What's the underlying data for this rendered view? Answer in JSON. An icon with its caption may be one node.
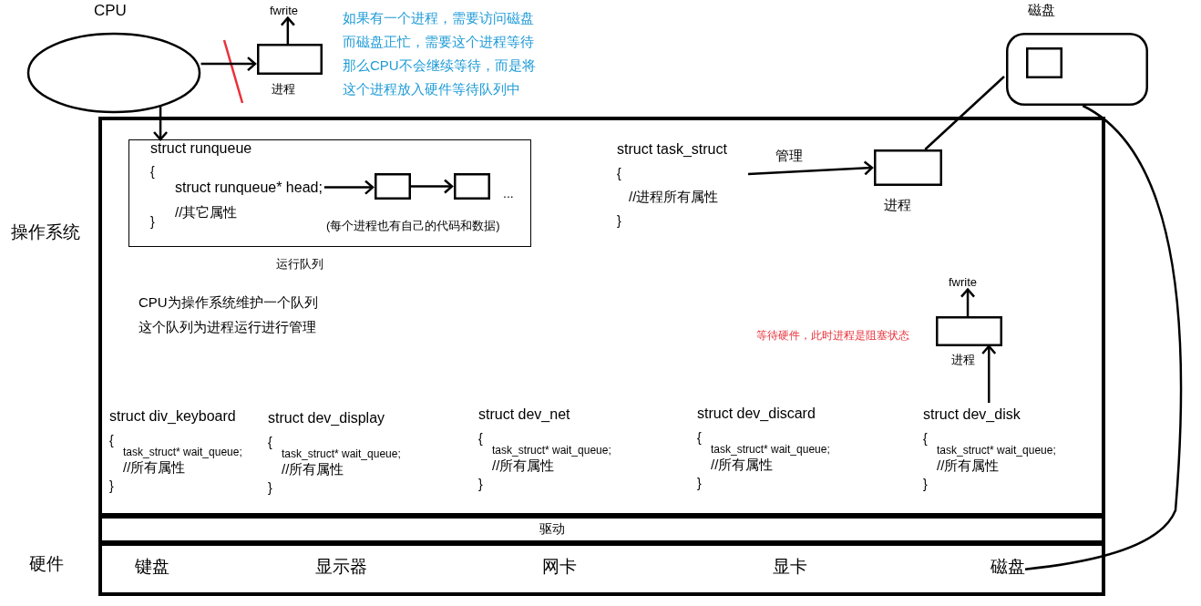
{
  "diagram": {
    "nodes": [
      {
        "text": [
          "CPU"
        ]
      },
      {
        "text": [
          "进程"
        ]
      },
      {
        "text": [
          "fwrite"
        ]
      },
      {
        "text": [
          "磁盘"
        ]
      },
      {
        "text": [],
        "shape": "box",
        "in": 3
      },
      {
        "text": [
          "操作系统"
        ]
      },
      {
        "text": [
          "struct runqueue",
          "{",
          "//其它属性",
          "}",
          "...",
          "(每个进程也有自己的代码和数据)"
        ],
        "beside": [
          "运行队列"
        ],
        "in": 5
      },
      {
        "text": [
          "struct runqueue* head;"
        ],
        "in": 6
      },
      {
        "text": [],
        "shape": "box",
        "in": 6
      },
      {
        "text": [],
        "shape": "box",
        "in": 6
      },
      {
        "text": [
          "struct task_struct",
          "{",
          "//进程所有属性",
          "}"
        ],
        "in": 5
      },
      {
        "text": [
          "进程"
        ],
        "in": 5
      },
      {
        "text": [
          "fwrite"
        ],
        "in": 5
      },
      {
        "text": [
          "进程"
        ],
        "beside": [
          "等待硬件，此时进程是阻塞状态"
        ],
        "in": 5
      },
      {
        "text": [
          "struct div_keyboard",
          "{",
          "task_struct* wait_queue;",
          "//所有属性",
          "}"
        ],
        "in": 5
      },
      {
        "text": [
          "struct dev_display",
          "{",
          "task_struct* wait_queue;",
          "//所有属性",
          "}"
        ],
        "in": 5
      },
      {
        "text": [
          "struct dev_net",
          "{",
          "task_struct* wait_queue;",
          "//所有属性",
          "}"
        ],
        "in": 5
      },
      {
        "text": [
          "struct dev_discard",
          "{",
          "task_struct* wait_queue;",
          "//所有属性",
          "}"
        ],
        "in": 5
      },
      {
        "text": [
          "struct dev_disk",
          "{",
          "task_struct* wait_queue;",
          "//所有属性",
          "}"
        ],
        "in": 5
      },
      {
        "text": [
          "驱动"
        ]
      },
      {
        "text": [
          "硬件"
        ]
      },
      {
        "text": [
          "键盘"
        ],
        "in": 20
      },
      {
        "text": [
          "显示器"
        ],
        "in": 20
      },
      {
        "text": [
          "网卡"
        ],
        "in": 20
      },
      {
        "text": [
          "显卡"
        ],
        "in": 20
      },
      {
        "text": [
          "磁盘"
        ],
        "in": 20
      }
    ],
    "edges": [
      {
        "from": 0,
        "to": 1,
        "arrow": "to"
      },
      {
        "from": 1,
        "to": 2,
        "arrow": "to"
      },
      {
        "from": 0,
        "to": 6,
        "arrow": "to"
      },
      {
        "from": 7,
        "to": 8,
        "arrow": "to"
      },
      {
        "from": 8,
        "to": 9,
        "arrow": "to"
      },
      {
        "from": 10,
        "to": 11,
        "arrow": "to",
        "label": "管理"
      },
      {
        "from": 11,
        "to": 3,
        "arrow": "none"
      },
      {
        "from": 13,
        "to": 12,
        "arrow": "to"
      },
      {
        "from": 18,
        "to": 13,
        "arrow": "to"
      },
      {
        "from": 3,
        "to": 25,
        "arrow": "none"
      }
    ],
    "labels": [
      "如果有一个进程，需要访问磁盘而磁盘正忙，需要这个进程等待那么CPU不会继续等待，而是将这个进程放入硬件等待队列中",
      "CPU为操作系统维护一个队列",
      "这个队列为进程运行进行管理"
    ]
  }
}
